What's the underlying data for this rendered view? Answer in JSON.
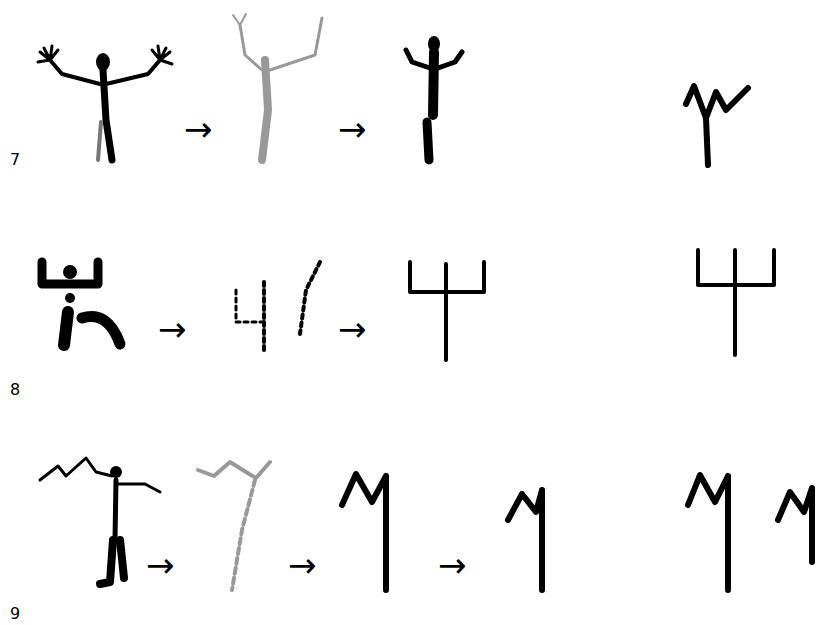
{
  "diagram": {
    "labels": [
      "→",
      "→",
      "7",
      "→",
      "→",
      "8",
      "→",
      "→",
      "→",
      "9"
    ]
  }
}
